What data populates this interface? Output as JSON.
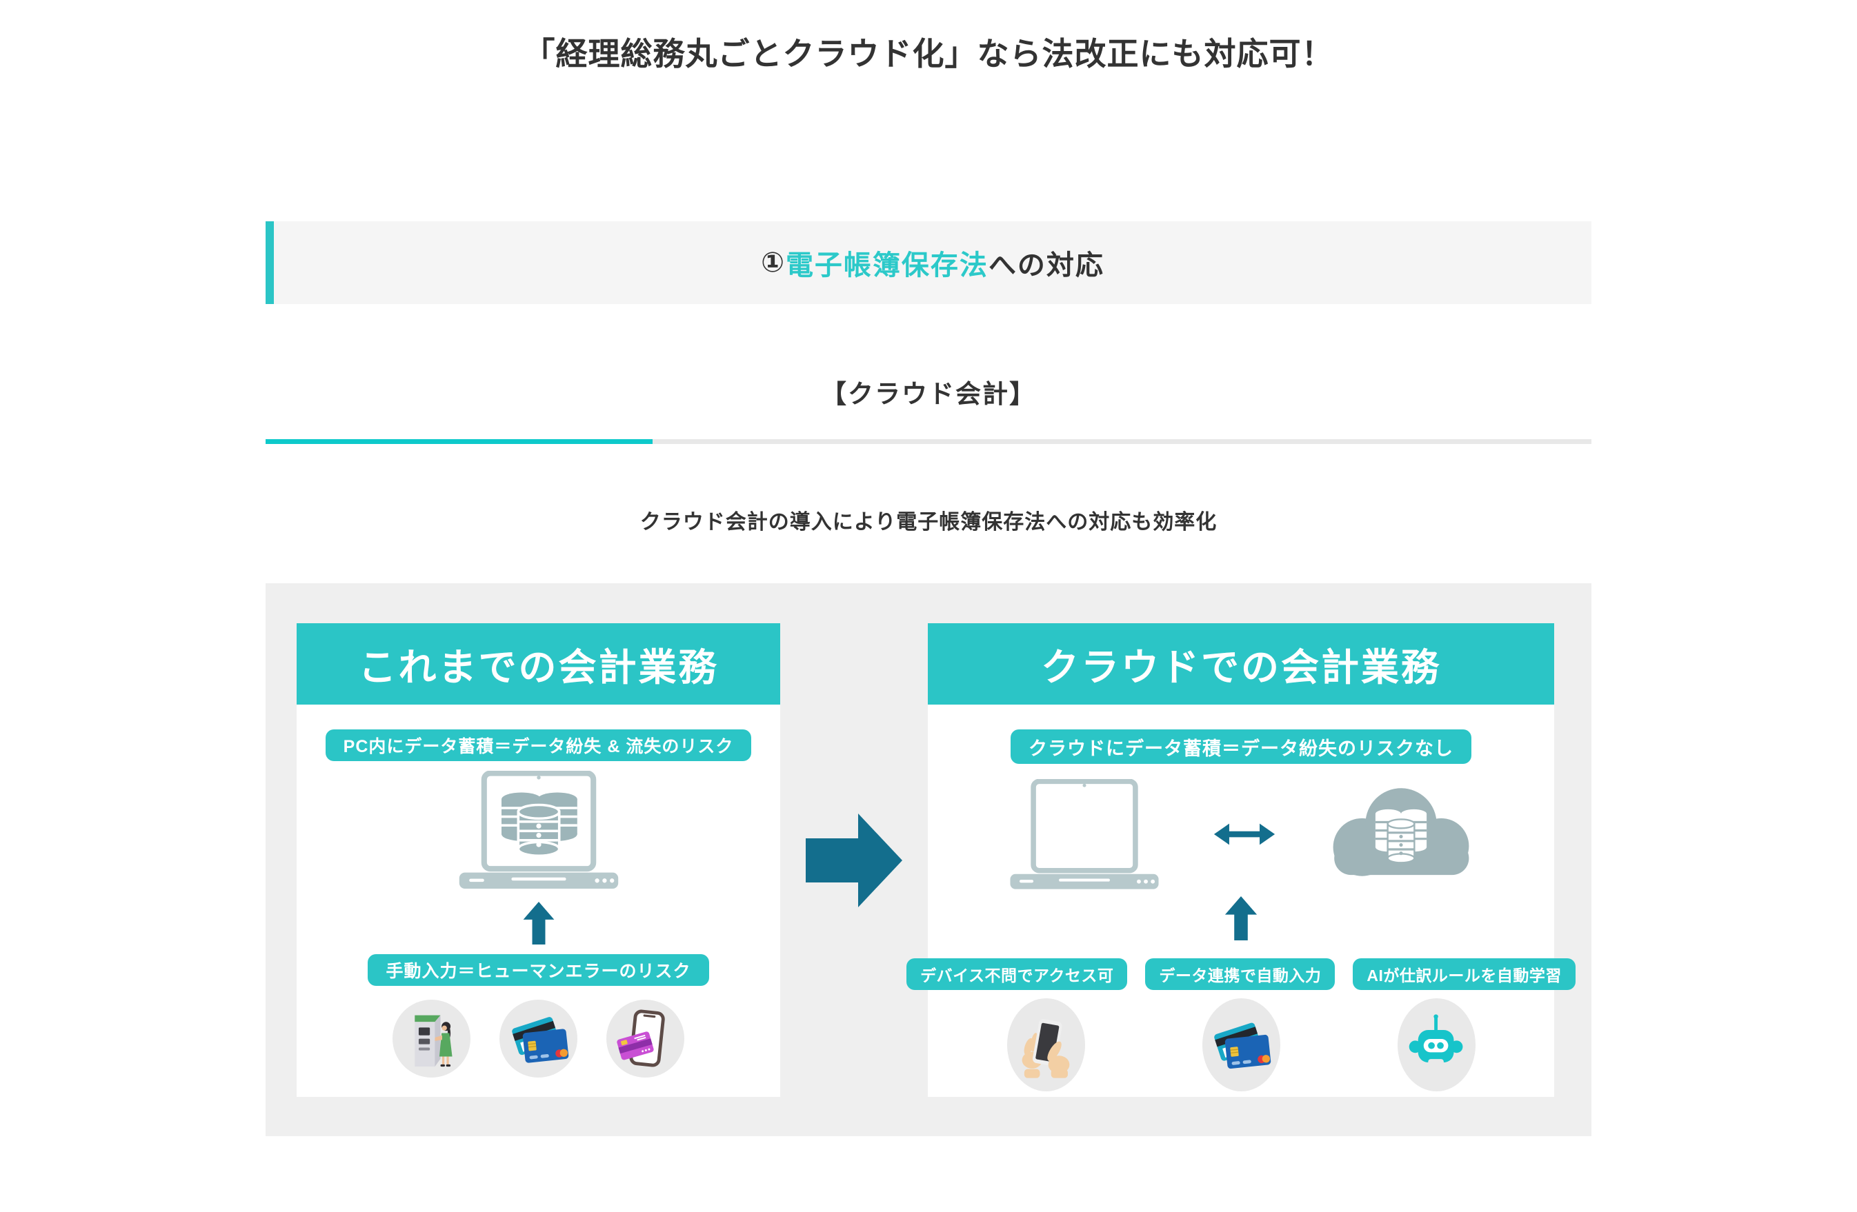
{
  "page_title": "「経理総務丸ごとクラウド化」なら法改正にも対応可！",
  "section_header": {
    "prefix": "① ",
    "link": "電子帳簿保存法",
    "suffix": "への対応"
  },
  "tab": {
    "label": "【クラウド会計】"
  },
  "lead": "クラウド会計の導入により電子帳簿保存法への対応も効率化",
  "before_panel": {
    "title": "これまでの会計業務",
    "badge_top": "PC内にデータ蓄積＝データ紛失 & 流失のリスク",
    "badge_bottom": "手動入力＝ヒューマンエラーのリスク",
    "icons": [
      "atm-user-icon",
      "credit-cards-icon",
      "smartphone-card-icon"
    ]
  },
  "after_panel": {
    "title": "クラウドでの会計業務",
    "badge_top": "クラウドにデータ蓄積＝データ紛失のリスクなし",
    "badges": [
      "デバイス不問でアクセス可",
      "データ連携で自動入力",
      "AIが仕訳ルールを自動学習"
    ],
    "icons": [
      "hand-smartphone-icon",
      "credit-cards-icon",
      "robot-icon"
    ]
  },
  "colors": {
    "teal": "#2bc5c6",
    "teal_bright": "#0ec9ca",
    "dark_teal": "#136e8d",
    "illustration_gray": "#b7c9cc",
    "database_gray": "#9db5b9",
    "cloud_gray": "#9fb4b8",
    "section_bg": "#f5f5f5",
    "box_bg": "#efefef"
  }
}
